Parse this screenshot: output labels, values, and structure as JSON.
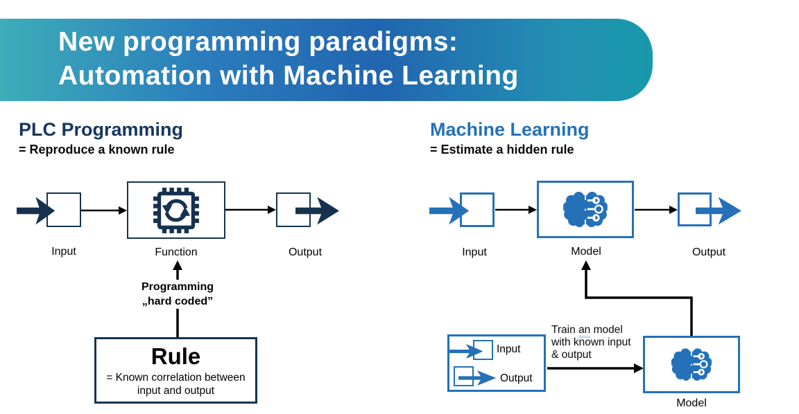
{
  "title": {
    "line1": "New programming paradigms:",
    "line2": "Automation with Machine Learning"
  },
  "plc": {
    "heading": "PLC Programming",
    "subheading": "= Reproduce a known rule",
    "input_label": "Input",
    "function_label": "Function",
    "output_label": "Output",
    "note_line1": "Programming",
    "note_line2": "„hard coded”",
    "rule": {
      "title": "Rule",
      "desc1": "= Known correlation between",
      "desc2": "input and output"
    }
  },
  "ml": {
    "heading": "Machine Learning",
    "subheading": "= Estimate a hidden rule",
    "input_label": "Input",
    "model_label": "Model",
    "output_label": "Output",
    "training": {
      "input_label": "Input",
      "output_label": "Output",
      "caption_pre": "Train",
      "caption_marked": "an",
      "caption_post": "model",
      "caption_line2": "with known input",
      "caption_line3": "& output",
      "model_label": "Model"
    }
  },
  "icons": {
    "function_icon": "cpu-chip-sync-icon",
    "model_icon": "ai-brain-circuit-icon",
    "flow_arrow": "chevron-arrow-icon"
  },
  "colors": {
    "banner_teal_left": "#3dadb9",
    "banner_blue_mid": "#2165b0",
    "banner_teal_right": "#1899ac",
    "plc_navy": "#16324f",
    "plc_heading_navy": "#17365d",
    "ml_blue": "#2471b8",
    "connector_black": "#000000",
    "grammar_underline": "#9dc3e6"
  }
}
